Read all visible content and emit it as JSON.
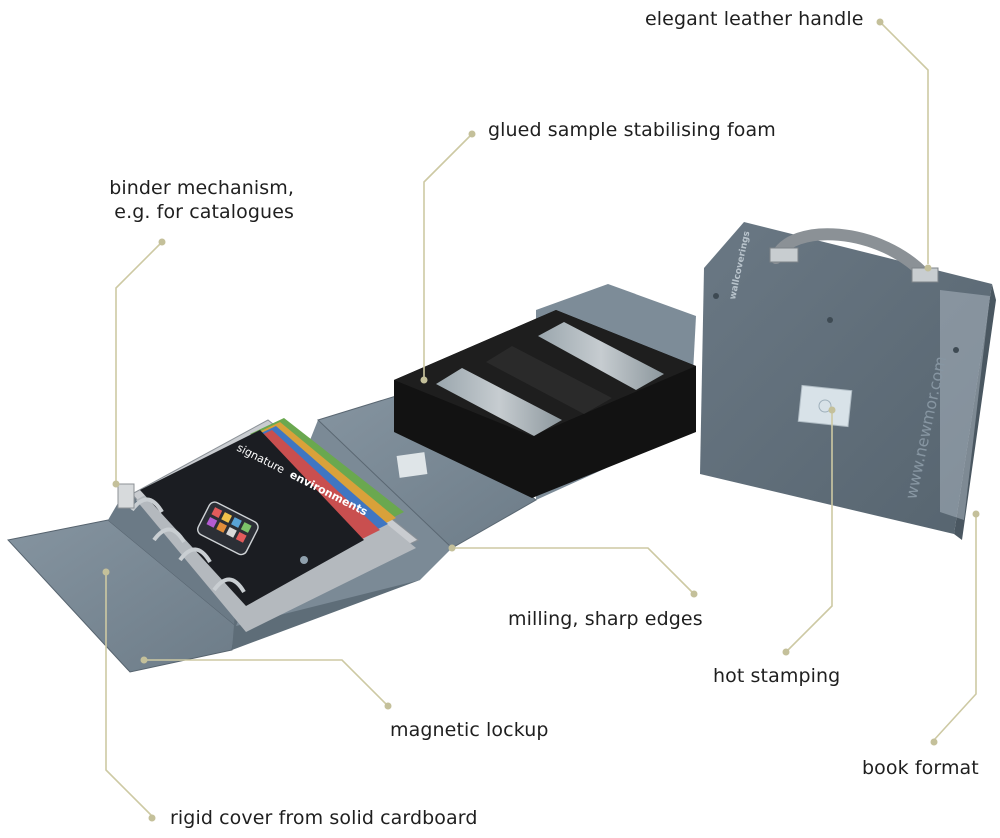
{
  "callouts": {
    "handle": "elegant leather handle",
    "foam": "glued sample stabilising foam",
    "binder_line1": "binder mechanism,",
    "binder_line2": "e.g. for catalogues",
    "milling": "milling, sharp edges",
    "hot_stamping": "hot stamping",
    "magnetic": "magnetic lockup",
    "book_format": "book format",
    "rigid_cover": "rigid cover from solid cardboard"
  },
  "product_text": {
    "catalogue_title_a": "signature",
    "catalogue_title_b": "environments",
    "box_spine_brand": "www.newmor.com",
    "box_top_brand": "wallcoverings"
  },
  "colors": {
    "box_grey": "#5c6b77",
    "box_grey_dark": "#4a5761",
    "leader_line": "#cdc9a3",
    "foam_black": "#121212"
  }
}
